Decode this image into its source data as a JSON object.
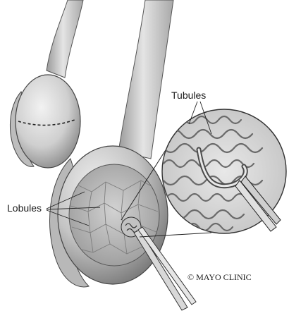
{
  "labels": {
    "tubules": "Tubules",
    "lobules": "Lobules"
  },
  "credit": {
    "copyright": "© MAYO CLINIC"
  },
  "colors": {
    "background": "#ffffff",
    "ink": "#1a1a1a",
    "tissue_light": "#dcdcdc",
    "tissue_mid": "#b4b4b4",
    "tissue_dark": "#6e6e6e"
  }
}
